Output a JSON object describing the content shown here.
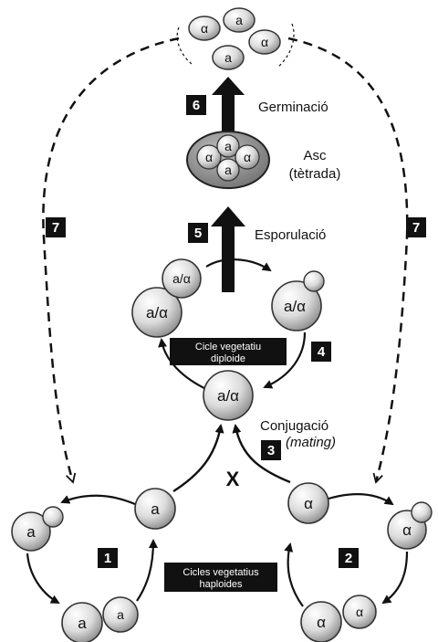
{
  "labels": {
    "germination": "Germinació",
    "ascus_line1": "Asc",
    "ascus_line2": "(tètrada)",
    "sporulation": "Esporulació",
    "conjugation": "Conjugació",
    "mating": "(mating)",
    "diploid_cycle_line1": "Cicle vegetatiu",
    "diploid_cycle_line2": "diploide",
    "haploid_cycles_line1": "Cicles vegetatius",
    "haploid_cycles_line2": "haploides",
    "cross": "X"
  },
  "steps": {
    "s1": "1",
    "s2": "2",
    "s3": "3",
    "s4": "4",
    "s5": "5",
    "s6": "6",
    "s7_left": "7",
    "s7_right": "7"
  },
  "cells": {
    "a": "a",
    "alpha": "α",
    "diploid": "a/α"
  },
  "colors": {
    "cell_fill": "#d9d9d9",
    "ascus_fill": "#9a9a9a",
    "label_box": "#111111"
  }
}
